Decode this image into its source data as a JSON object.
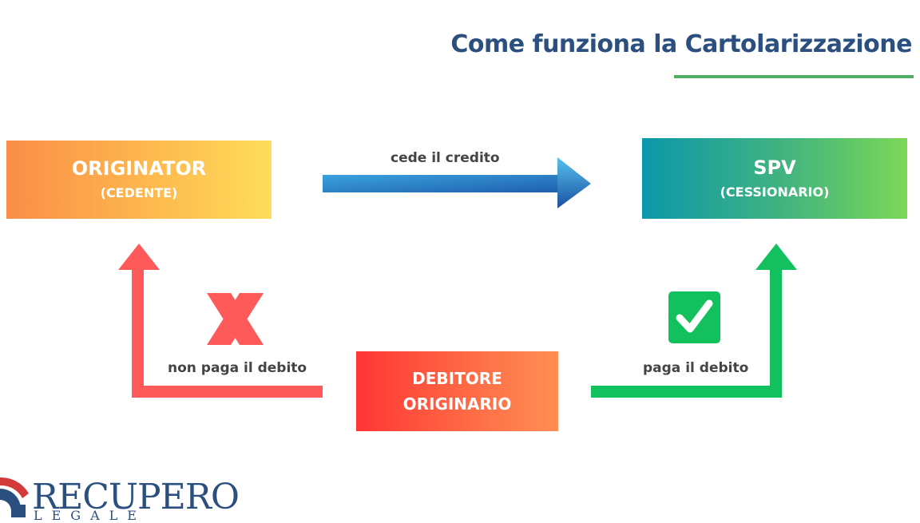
{
  "title": "Come funziona la Cartolarizzazione",
  "originator": {
    "label": "ORIGINATOR",
    "sublabel": "(CEDENTE)"
  },
  "spv": {
    "label": "SPV",
    "sublabel": "(CESSIONARIO)"
  },
  "debitore": {
    "line1": "DEBITORE",
    "line2": "ORIGINARIO"
  },
  "edges": {
    "cede": "cede il credito",
    "non_paga": "non paga il debito",
    "paga": "paga il debito"
  },
  "icons": {
    "fail": "x-mark-icon",
    "success": "check-box-icon"
  },
  "logo": {
    "name": "RECUPERO",
    "subtitle": "LEGALE"
  },
  "colors": {
    "title": "#2b4f7e",
    "underline": "#4caf62",
    "red_arrow": "#ff5a5a",
    "green_arrow": "#12c15d",
    "blue_arrow": "#2a80c8"
  }
}
